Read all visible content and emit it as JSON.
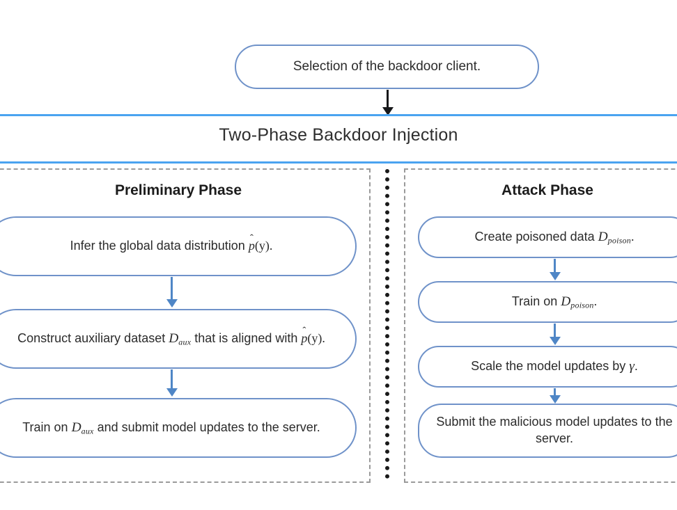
{
  "diagram": {
    "entry_node": {
      "label": "Selection of the backdoor client."
    },
    "section_title": "Two-Phase Backdoor Injection",
    "phases": [
      {
        "id": "preliminary",
        "heading": "Preliminary Phase",
        "steps": [
          {
            "text": "Infer the global data distribution p̂(y)."
          },
          {
            "text": "Construct auxiliary dataset D_aux that is aligned with p̂(y)."
          },
          {
            "text": "Train on D_aux and submit model updates to the server."
          }
        ]
      },
      {
        "id": "attack",
        "heading": "Attack Phase",
        "steps": [
          {
            "text": "Create poisoned data D_poison."
          },
          {
            "text": "Train on D_poison."
          },
          {
            "text": "Scale the model updates by γ."
          },
          {
            "text": "Submit the malicious model updates to the server."
          }
        ]
      }
    ],
    "math_symbols": {
      "p_hat_y": "p̂(y)",
      "D_aux": "D_aux",
      "D_poison": "D_poison",
      "gamma": "γ"
    },
    "connectors": [
      {
        "name": "entry-to-section",
        "color": "#17181a"
      },
      {
        "name": "preliminary-step-1-to-2",
        "color": "#4f86c6"
      },
      {
        "name": "preliminary-step-2-to-3",
        "color": "#4f86c6"
      },
      {
        "name": "attack-step-1-to-2",
        "color": "#4f86c6"
      },
      {
        "name": "attack-step-2-to-3",
        "color": "#4f86c6"
      },
      {
        "name": "attack-step-3-to-4",
        "color": "#4f86c6"
      }
    ],
    "colors": {
      "node_border": "#6f92c9",
      "rule": "#4aa3f0",
      "panel_dash": "#9a9a9a",
      "divider_dot": "#1a1a1a",
      "arrow_blue": "#4f86c6",
      "arrow_dark": "#17181a",
      "text": "#2b2b2b",
      "background": "#ffffff"
    }
  }
}
